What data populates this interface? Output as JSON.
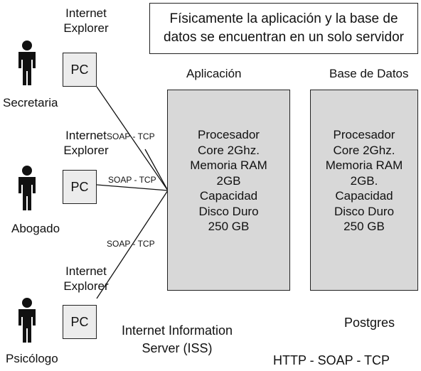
{
  "note": {
    "line1": "Físicamente la aplicación y la base de",
    "line2": "datos se encuentran en un solo servidor"
  },
  "columns": {
    "app_title": "Aplicación",
    "db_title": "Base de Datos"
  },
  "clients": [
    {
      "browser_line1": "Internet",
      "browser_line2": "Explorer",
      "pc": "PC",
      "role": "Secretaria",
      "protocol": "SOAP - TCP"
    },
    {
      "browser_line1": "Internet",
      "browser_line2": "Explorer",
      "pc": "PC",
      "role": "Abogado",
      "protocol": "SOAP - TCP"
    },
    {
      "browser_line1": "Internet",
      "browser_line2": "Explorer",
      "pc": "PC",
      "role": "Psicólogo",
      "protocol": "SOAP - TCP"
    }
  ],
  "app_server": {
    "specs": [
      "Procesador",
      "Core 2Ghz.",
      "Memoria RAM",
      "2GB",
      "Capacidad",
      "Disco Duro",
      "250 GB"
    ],
    "caption_line1": "Internet Information",
    "caption_line2": "Server (ISS)"
  },
  "db_server": {
    "specs": [
      "Procesador",
      "Core 2Ghz.",
      "Memoria RAM",
      "2GB.",
      "Capacidad",
      "Disco Duro",
      "250 GB"
    ],
    "caption": "Postgres"
  },
  "footer_protocol": "HTTP - SOAP - TCP",
  "colors": {
    "server_fill": "#d8d8d8",
    "pc_fill": "#ececec",
    "stroke": "#222222"
  },
  "icons": [
    "person-icon"
  ]
}
